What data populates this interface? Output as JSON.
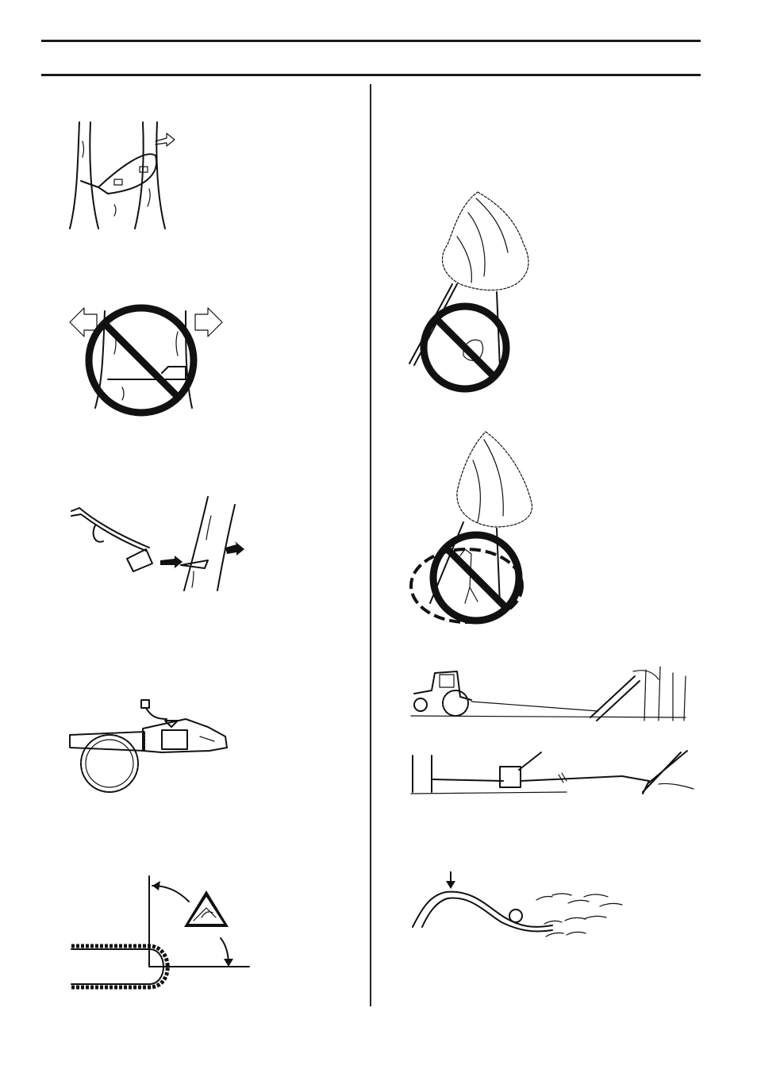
{
  "page": {
    "header_text": "",
    "figures": [
      {
        "id": "tree-straps-wedge",
        "icon": "strap-and-wedge-illustration"
      },
      {
        "id": "no-split-cut",
        "icon": "prohibited-cutting-illustration"
      },
      {
        "id": "felling-lever-wedge",
        "icon": "felling-tools-illustration"
      },
      {
        "id": "chainsaw-bar-log",
        "icon": "chainsaw-illustration"
      },
      {
        "id": "kickback-zone",
        "icon": "kickback-warning-illustration"
      },
      {
        "id": "no-cut-leaning-tree",
        "icon": "prohibited-hung-tree-illustration"
      },
      {
        "id": "no-stand-under-tree",
        "icon": "prohibited-danger-zone-illustration"
      },
      {
        "id": "tractor-winch",
        "icon": "tractor-winching-illustration"
      },
      {
        "id": "hand-winch",
        "icon": "hand-winch-illustration"
      },
      {
        "id": "tension-trunk",
        "icon": "trunk-tension-illustration"
      }
    ]
  },
  "colors": {
    "ink": "#111111",
    "paper": "#ffffff"
  }
}
